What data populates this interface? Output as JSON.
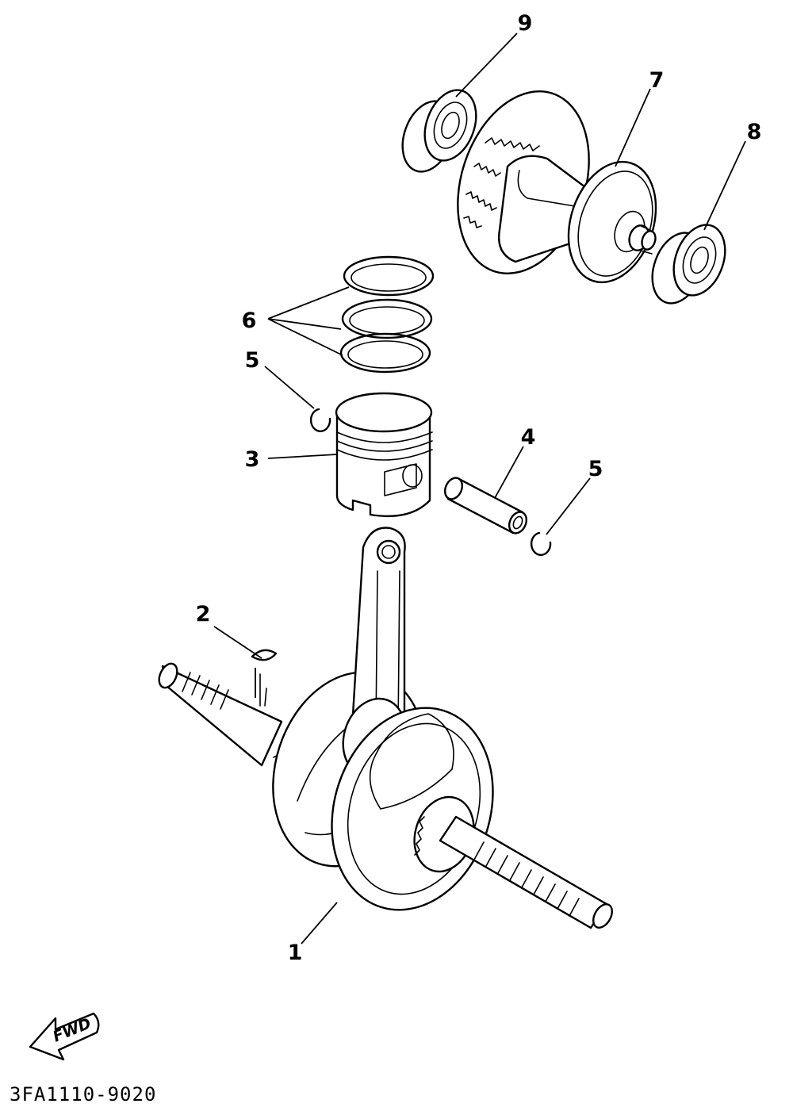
{
  "diagram": {
    "callouts": [
      {
        "id": "c9",
        "number": "9"
      },
      {
        "id": "c7",
        "number": "7"
      },
      {
        "id": "c8",
        "number": "8"
      },
      {
        "id": "c6",
        "number": "6"
      },
      {
        "id": "c5a",
        "number": "5"
      },
      {
        "id": "c3",
        "number": "3"
      },
      {
        "id": "c4",
        "number": "4"
      },
      {
        "id": "c5b",
        "number": "5"
      },
      {
        "id": "c2",
        "number": "2"
      },
      {
        "id": "c1",
        "number": "1"
      }
    ],
    "fwd_label": "FWD",
    "document_code": "3FA1110-9020"
  }
}
